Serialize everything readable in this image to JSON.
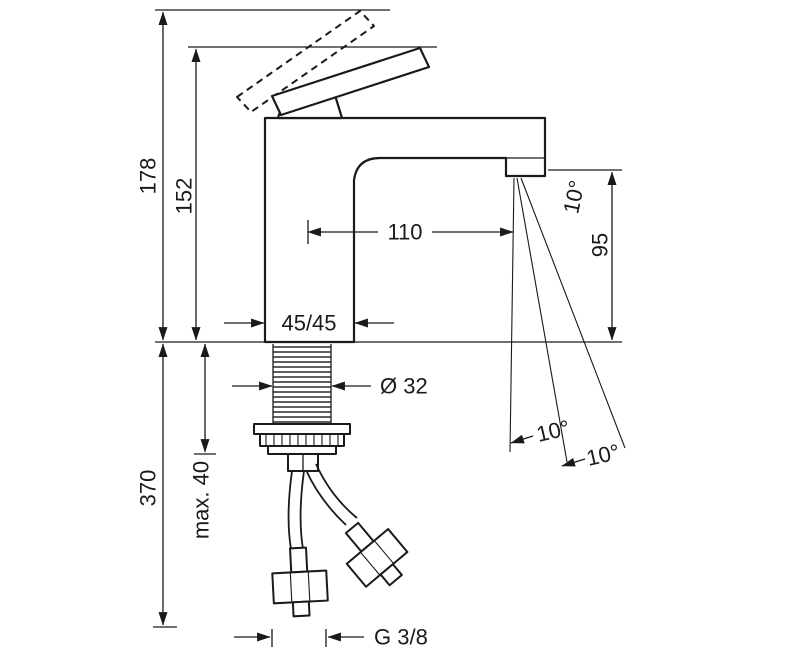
{
  "colors": {
    "line": "#1a1a1a",
    "background": "#ffffff"
  },
  "labels": {
    "overall_height": "178",
    "spout_top_height": "152",
    "spout_reach": "110",
    "outlet_height": "95",
    "spout_angle": "10°",
    "base_section": "45/45",
    "shank_diameter": "Ø 32",
    "hose_length": "370",
    "max_mounting_depth": "max. 40",
    "swivel_angle_inner": "10°",
    "swivel_angle_outer": "10°",
    "connection_thread": "G 3/8"
  }
}
